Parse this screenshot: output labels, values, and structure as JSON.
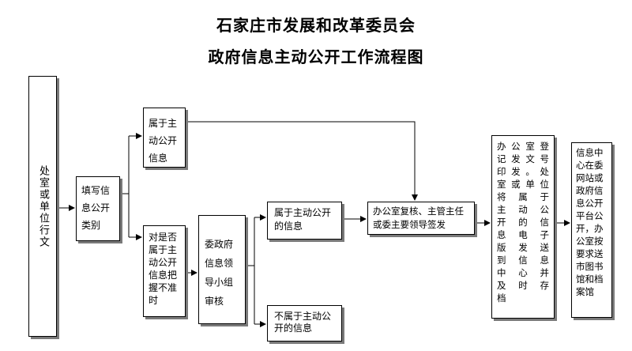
{
  "title": {
    "line1": "石家庄市发展和改革委员会",
    "line2": "政府信息主动公开工作流程图"
  },
  "nodes": {
    "source": {
      "text": "处室或单位行文"
    },
    "fill": {
      "lines": [
        "填写信",
        "息公开",
        "类别"
      ]
    },
    "public": {
      "lines": [
        "属于主",
        "动公开",
        "信息"
      ]
    },
    "unsure": {
      "lines": [
        "对是否",
        "属于主",
        "动公开",
        "信息把",
        "握不准",
        "时"
      ]
    },
    "review": {
      "lines": [
        "委政府",
        "信息领",
        "导小组",
        "审核"
      ]
    },
    "public_info": {
      "lines": [
        "属于主动公开",
        "的信息"
      ]
    },
    "non_public": {
      "lines": [
        "不属于主动公",
        "开的信息"
      ]
    },
    "office_review": {
      "lines": [
        "办公室复核、主管主任",
        "或委主要领导签发"
      ]
    },
    "register": {
      "lines": [
        "办公室登",
        "记发文号",
        "印发。处",
        "室或单位",
        "将属于",
        "主动公",
        "开的信",
        "息电子",
        "版发送",
        "到信息",
        "中心并",
        "及时存",
        "档"
      ]
    },
    "info_center": {
      "lines": [
        "信息中",
        "心在委",
        "网站或",
        "政府信",
        "息公开",
        "平台公",
        "开，办",
        "公室按",
        "要求送",
        "市图书",
        "馆和档",
        "案馆"
      ]
    }
  },
  "style": {
    "line_color": "#000000",
    "shadow_color": "#7a7a7a"
  }
}
